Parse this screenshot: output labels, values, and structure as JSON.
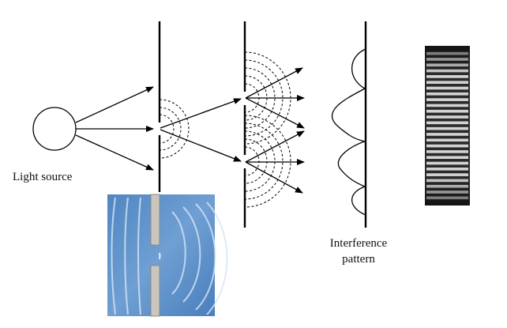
{
  "labels": {
    "light_source": "Light source",
    "pattern_line1": "Interference",
    "pattern_line2": "pattern"
  },
  "colors": {
    "ink": "#000000",
    "water": "#5b8fc8",
    "water_light": "#b9d4ee",
    "barrier": "#c8c8c4",
    "fringe_dark": "#1a1a1a",
    "fringe_light": "#e6e6e6"
  }
}
